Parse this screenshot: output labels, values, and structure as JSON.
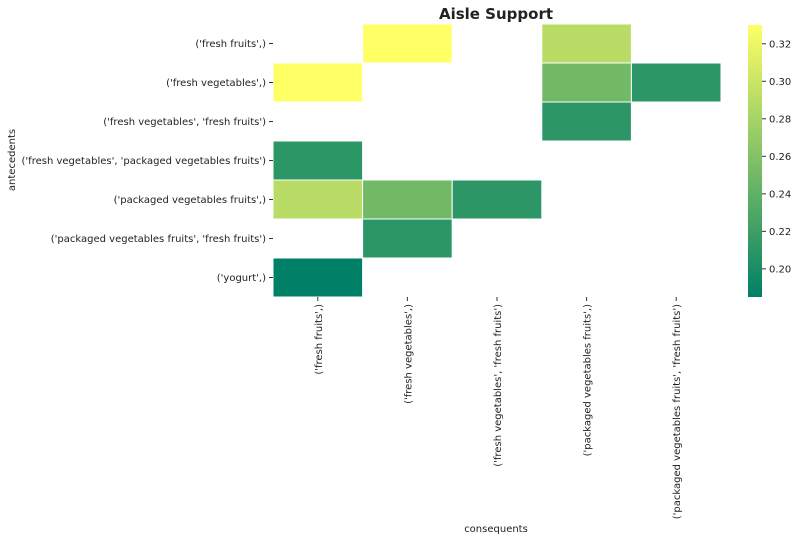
{
  "chart_data": {
    "type": "heatmap",
    "title": "Aisle Support",
    "xlabel": "consequents",
    "ylabel": "antecedents",
    "rows": [
      "('fresh fruits',)",
      "('fresh vegetables',)",
      "('fresh vegetables', 'fresh fruits')",
      "('fresh vegetables', 'packaged vegetables fruits')",
      "('packaged vegetables fruits',)",
      "('packaged vegetables fruits', 'fresh fruits')",
      "('yogurt',)"
    ],
    "columns": [
      "('fresh fruits',)",
      "('fresh vegetables',)",
      "('fresh vegetables', 'fresh fruits')",
      "('packaged vegetables fruits',)",
      "('packaged vegetables fruits', 'fresh fruits')"
    ],
    "values": [
      [
        null,
        0.33,
        null,
        0.29,
        null
      ],
      [
        0.33,
        null,
        null,
        0.25,
        0.21
      ],
      [
        null,
        null,
        null,
        0.21,
        null
      ],
      [
        0.21,
        null,
        null,
        null,
        null
      ],
      [
        0.29,
        0.25,
        0.21,
        null,
        null
      ],
      [
        null,
        0.21,
        null,
        null,
        null
      ],
      [
        0.185,
        null,
        null,
        null,
        null
      ]
    ],
    "colormap": "summer",
    "color_range": [
      0.185,
      0.33
    ],
    "colorbar": {
      "ticks": [
        0.2,
        0.22,
        0.24,
        0.26,
        0.28,
        0.3,
        0.32
      ],
      "tick_labels": [
        "0.20",
        "0.22",
        "0.24",
        "0.26",
        "0.28",
        "0.30",
        "0.32"
      ],
      "position": "right"
    },
    "grid": false
  }
}
